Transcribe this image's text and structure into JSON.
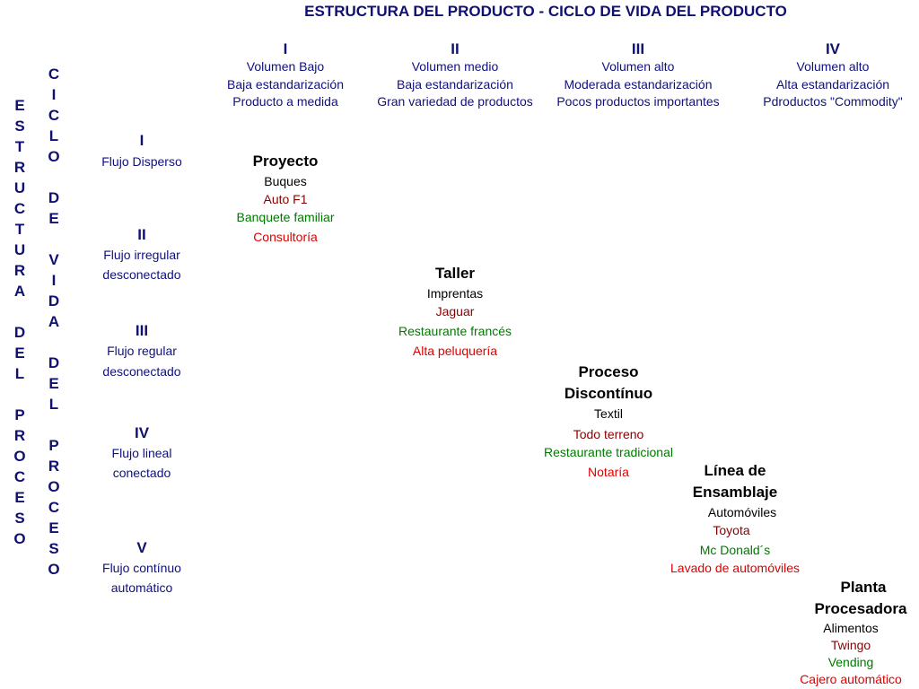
{
  "title": "ESTRUCTURA DEL PRODUCTO - CICLO DE VIDA DEL PRODUCTO",
  "colors": {
    "navy": "#101070",
    "black": "#000000",
    "dark_red": "#8b0000",
    "green": "#007a00",
    "red": "#e00000"
  },
  "product_stages": [
    {
      "numeral": "I",
      "lines": [
        "Volumen Bajo",
        "Baja estandarización",
        "Producto a medida"
      ]
    },
    {
      "numeral": "II",
      "lines": [
        "Volumen medio",
        "Baja estandarización",
        "Gran variedad de productos"
      ]
    },
    {
      "numeral": "III",
      "lines": [
        "Volumen alto",
        "Moderada estandarización",
        "Pocos productos importantes"
      ]
    },
    {
      "numeral": "IV",
      "lines": [
        "Volumen alto",
        "Alta estandarización",
        "Pdroductos \"Commodity\""
      ]
    }
  ],
  "left_vertical_label": [
    "E",
    "S",
    "T",
    "R",
    "U",
    "C",
    "T",
    "U",
    "R",
    "A",
    "",
    "D",
    "E",
    "L",
    "",
    "P",
    "R",
    "O",
    "C",
    "E",
    "S",
    "O"
  ],
  "second_vertical_label": [
    "C",
    "I",
    "C",
    "L",
    "O",
    "",
    "D",
    "E",
    "",
    "V",
    "I",
    "D",
    "A",
    "",
    "D",
    "E",
    "L",
    "",
    "P",
    "R",
    "O",
    "C",
    "E",
    "S",
    "O"
  ],
  "process_stages": [
    {
      "numeral": "I",
      "lines": [
        "Flujo Disperso"
      ]
    },
    {
      "numeral": "II",
      "lines": [
        "Flujo irregular",
        "desconectado"
      ]
    },
    {
      "numeral": "III",
      "lines": [
        "Flujo regular",
        "desconectado"
      ]
    },
    {
      "numeral": "IV",
      "lines": [
        "Flujo lineal",
        "conectado"
      ]
    },
    {
      "numeral": "V",
      "lines": [
        "Flujo contínuo",
        "automático"
      ]
    }
  ],
  "process_types": [
    {
      "heading": [
        "Proyecto"
      ],
      "examples": [
        "Buques",
        "Auto F1",
        "Banquete familiar",
        "Consultoría"
      ]
    },
    {
      "heading": [
        "Taller"
      ],
      "examples": [
        "Imprentas",
        "Jaguar",
        "Restaurante francés",
        "Alta peluquería"
      ]
    },
    {
      "heading": [
        "Proceso",
        "Discontínuo"
      ],
      "examples": [
        "Textil",
        "Todo terreno",
        "Restaurante tradicional",
        "Notaría"
      ]
    },
    {
      "heading": [
        "Línea de",
        "Ensamblaje"
      ],
      "examples": [
        "Automóviles",
        "Toyota",
        "Mc Donald´s",
        "Lavado de automóviles"
      ]
    },
    {
      "heading": [
        "Planta",
        "Procesadora"
      ],
      "examples": [
        "Alimentos",
        "Twingo",
        "Vending",
        "Cajero automático"
      ]
    }
  ]
}
